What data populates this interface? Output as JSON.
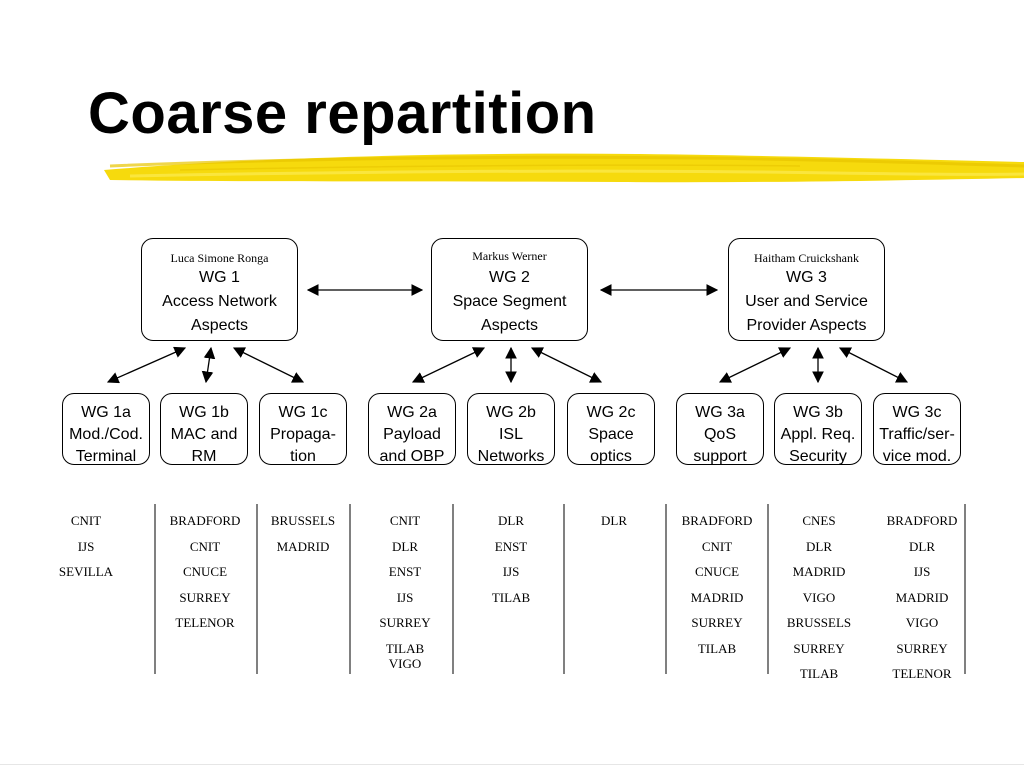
{
  "slide": {
    "title": "Coarse repartition"
  },
  "top_groups": [
    {
      "person": "Luca Simone Ronga",
      "lines": [
        "WG 1",
        "Access Network",
        "Aspects"
      ]
    },
    {
      "person": "Markus Werner",
      "lines": [
        "WG 2",
        "Space Segment",
        "Aspects"
      ]
    },
    {
      "person": "Haitham Cruickshank",
      "lines": [
        "WG 3",
        "User and Service",
        "Provider Aspects"
      ]
    }
  ],
  "sub_groups": [
    {
      "lines": [
        "WG 1a",
        "Mod./Cod.",
        "Terminal"
      ]
    },
    {
      "lines": [
        "WG 1b",
        "MAC and",
        "RM"
      ]
    },
    {
      "lines": [
        "WG 1c",
        "Propaga-",
        "tion"
      ]
    },
    {
      "lines": [
        "WG 2a",
        "Payload",
        "and OBP"
      ]
    },
    {
      "lines": [
        "WG 2b",
        "ISL",
        "Networks"
      ]
    },
    {
      "lines": [
        "WG 2c",
        "Space",
        "optics"
      ]
    },
    {
      "lines": [
        "WG 3a",
        "QoS",
        "support"
      ]
    },
    {
      "lines": [
        "WG 3b",
        "Appl. Req.",
        "Security"
      ]
    },
    {
      "lines": [
        "WG 3c",
        "Traffic/ser-",
        "vice mod."
      ]
    }
  ],
  "partners": [
    [
      "CNIT",
      "IJS",
      "SEVILLA"
    ],
    [
      "BRADFORD",
      "CNIT",
      "CNUCE",
      "SURREY",
      "TELENOR"
    ],
    [
      "BRUSSELS",
      "MADRID"
    ],
    [
      "CNIT",
      "DLR",
      "ENST",
      "IJS",
      "SURREY",
      "TILAB",
      "VIGO"
    ],
    [
      "DLR",
      "ENST",
      "IJS",
      "TILAB"
    ],
    [
      "DLR"
    ],
    [
      "BRADFORD",
      "CNIT",
      "CNUCE",
      "MADRID",
      "SURREY",
      "TILAB"
    ],
    [
      "CNES",
      "DLR",
      "MADRID",
      "VIGO",
      "BRUSSELS",
      "SURREY",
      "TILAB"
    ],
    [
      "BRADFORD",
      "DLR",
      "IJS",
      "MADRID",
      "VIGO",
      "SURREY",
      "TELENOR"
    ]
  ],
  "colors": {
    "highlight": "#f5d800",
    "highlight_dark": "#e8c400"
  }
}
